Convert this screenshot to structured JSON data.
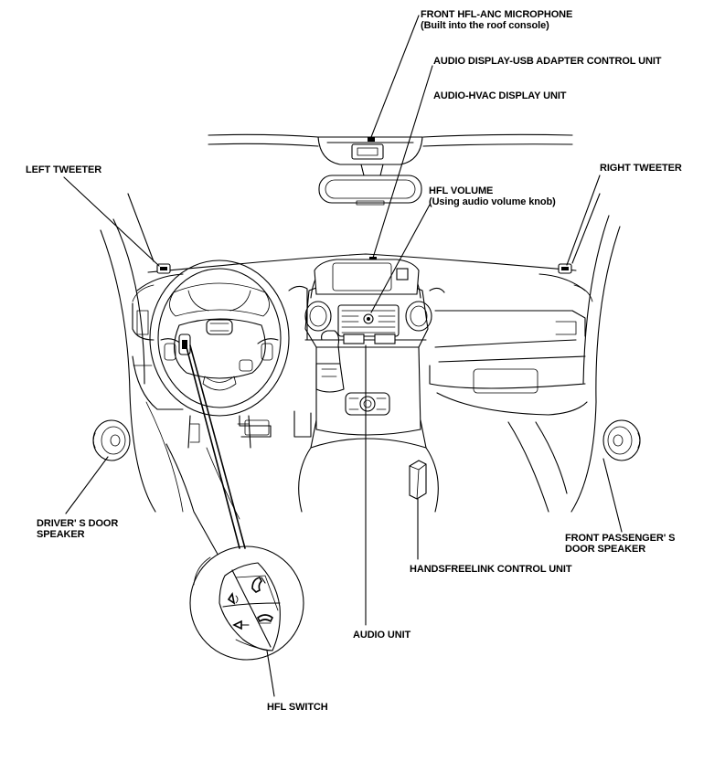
{
  "labels": {
    "front_mic_line1": "FRONT HFL-ANC MICROPHONE",
    "front_mic_line2": "(Built into the roof console)",
    "audio_display_usb": "AUDIO DISPLAY-USB ADAPTER CONTROL UNIT",
    "audio_hvac": "AUDIO-HVAC DISPLAY UNIT",
    "left_tweeter": "LEFT TWEETER",
    "right_tweeter": "RIGHT TWEETER",
    "hfl_volume_line1": "HFL VOLUME",
    "hfl_volume_line2": "(Using audio volume knob)",
    "drivers_door_line1": "DRIVER' S DOOR",
    "drivers_door_line2": "SPEAKER",
    "front_passenger_line1": "FRONT PASSENGER' S",
    "front_passenger_line2": "DOOR SPEAKER",
    "handsfreelink": "HANDSFREELINK CONTROL UNIT",
    "audio_unit": "AUDIO UNIT",
    "hfl_switch": "HFL SWITCH"
  },
  "colors": {
    "line": "#000000",
    "background": "#ffffff"
  }
}
